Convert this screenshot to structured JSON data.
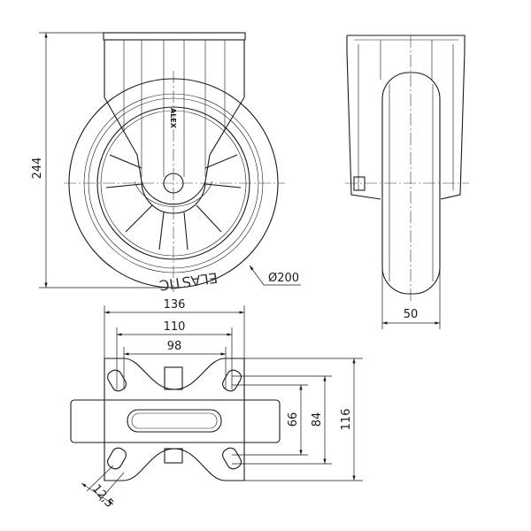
{
  "drawing": {
    "front_view": {
      "height_dim": "244",
      "diameter_dim": "Ø200",
      "tire_marking": "ELASTIC",
      "fork_marking": "ALEX"
    },
    "side_view": {
      "width_dim": "50"
    },
    "bottom_view": {
      "plate_width_dim": "136",
      "hole_spacing_outer_dim": "110",
      "hole_spacing_inner_dim": "98",
      "plate_length_dim": "116",
      "hole_spacing_long_dim": "84",
      "hole_spacing_short_dim": "66",
      "slot_width_dim": "12,5"
    }
  }
}
